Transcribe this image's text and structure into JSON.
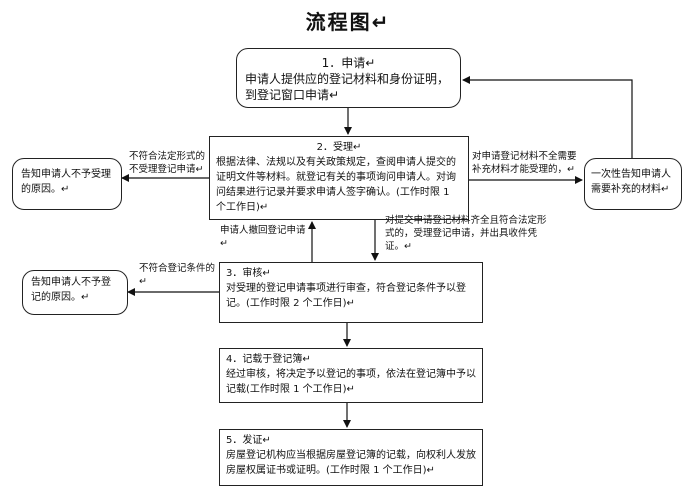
{
  "title": "流程图↵",
  "boxes": {
    "apply": {
      "title": "1．申请↵",
      "body": "申请人提供应的登记材料和身份证明，到登记窗口申请↵"
    },
    "accept": {
      "title": "2．受理↵",
      "body": "根据法律、法规以及有关政策规定，查阅申请人提交的证明文件等材料。就登记有关的事项询问申请人。对询问结果进行记录并要求申请人签字确认。(工作时限 1 个工作日)↵"
    },
    "reject_left": {
      "body": "告知申请人不予受理的原因。↵"
    },
    "supplement_right": {
      "body": "一次性告知申请人需要补充的材料↵"
    },
    "review": {
      "title": "3．审核↵",
      "body": "对受理的登记申请事项进行审查，符合登记条件予以登记。(工作时限 2 个工作日)↵"
    },
    "no_register": {
      "body": "告知申请人不予登记的原因。↵"
    },
    "record": {
      "title": "4．记载于登记簿↵",
      "body": "经过审核，将决定予以登记的事项，依法在登记簿中予以记载(工作时限 1 个工作日)↵"
    },
    "issue": {
      "title": "5．发证↵",
      "body": "房屋登记机构应当根据房屋登记簿的记载，向权利人发放房屋权属证书或证明。(工作时限 1 个工作日)↵"
    }
  },
  "labels": {
    "not_legal": "不符合法定形式的不受理登记申请↵",
    "incomplete": "对申请登记材料不全需要补充材料才能受理的，↵",
    "withdraw": "申请人撤回登记申请↵",
    "conforms": "对提交申请登记材料齐全且符合法定形式的，受理登记申请，并出具收件凭证。↵",
    "not_conform": "不符合登记条件的↵"
  }
}
